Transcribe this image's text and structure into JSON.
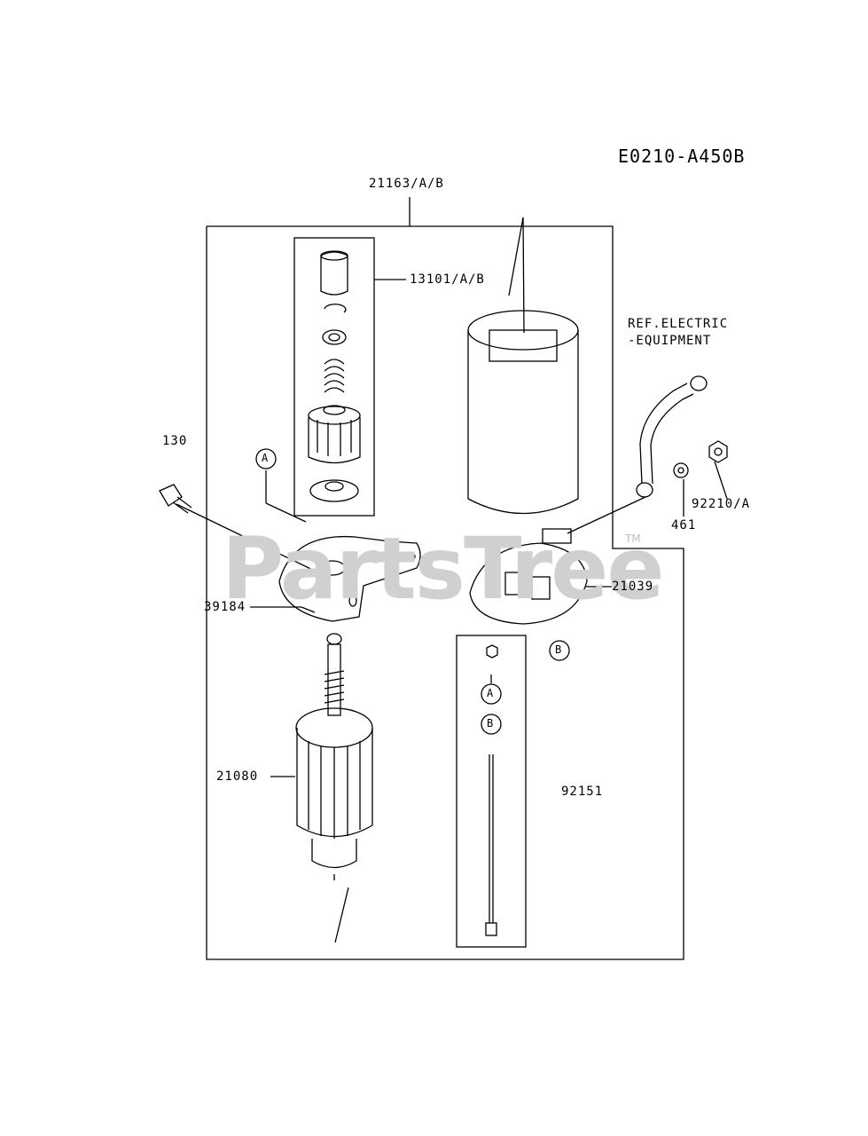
{
  "diagram_code": "E0210-A450B",
  "parts": {
    "starter_assembly": "21163/A/B",
    "pinion_kit": "13101/A/B",
    "bolt": "130",
    "bracket": "39184",
    "armature": "21080",
    "brush_holder": "21039",
    "through_bolt": "92151",
    "nut": "92210/A",
    "washer": "461"
  },
  "reference": {
    "line1": "REF.ELECTRIC",
    "line2": "-EQUIPMENT"
  },
  "callouts": {
    "a": "A",
    "b": "B"
  },
  "watermark": {
    "text": "PartsTree",
    "tm": "TM"
  }
}
